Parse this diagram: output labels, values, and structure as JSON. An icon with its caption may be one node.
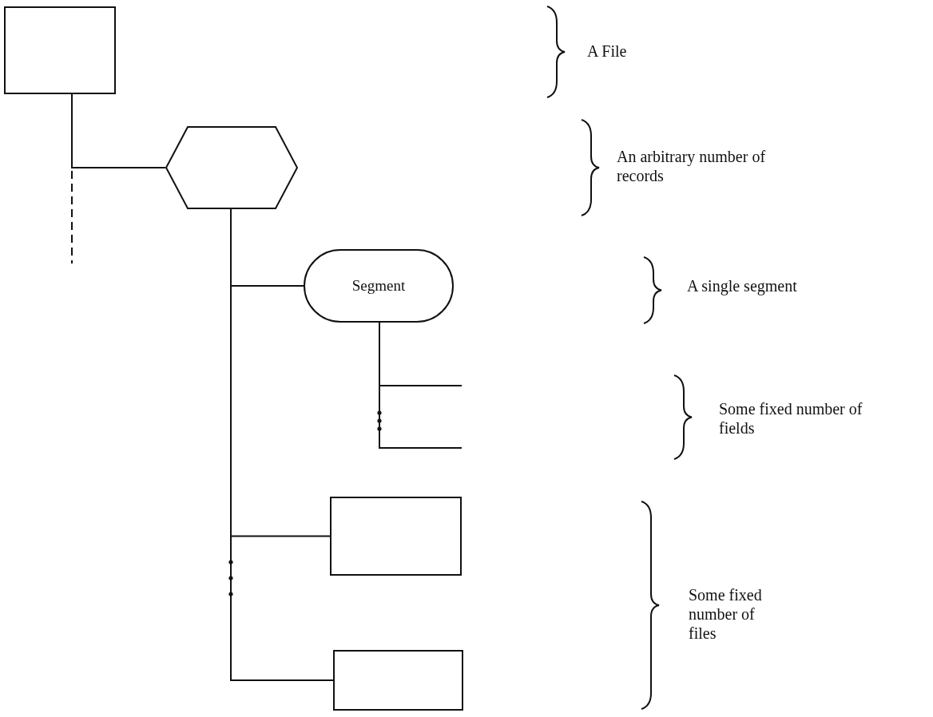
{
  "diagram": {
    "nodes": [
      {
        "text": [],
        "shape": "box"
      },
      {
        "text": [],
        "shape": "hexagon"
      },
      {
        "text": [
          "Segment"
        ]
      },
      {
        "text": [],
        "shape": "box"
      },
      {
        "text": [],
        "shape": "box"
      }
    ],
    "edges": [
      {
        "from": 0,
        "to": 1,
        "arrow": "none"
      },
      {
        "from": 0,
        "to": null,
        "arrow": "none",
        "style": "dashed"
      },
      {
        "from": 1,
        "to": 2,
        "arrow": "none"
      },
      {
        "from": 1,
        "to": 3,
        "arrow": "none"
      },
      {
        "from": 1,
        "to": 4,
        "arrow": "none"
      },
      {
        "from": 2,
        "to": null,
        "arrow": "none"
      },
      {
        "from": 2,
        "to": null,
        "arrow": "none"
      }
    ],
    "labels": [
      "A File",
      "An arbitrary number of records",
      "A single segment",
      "Some fixed number of fields",
      "Some fixed number of files"
    ]
  }
}
